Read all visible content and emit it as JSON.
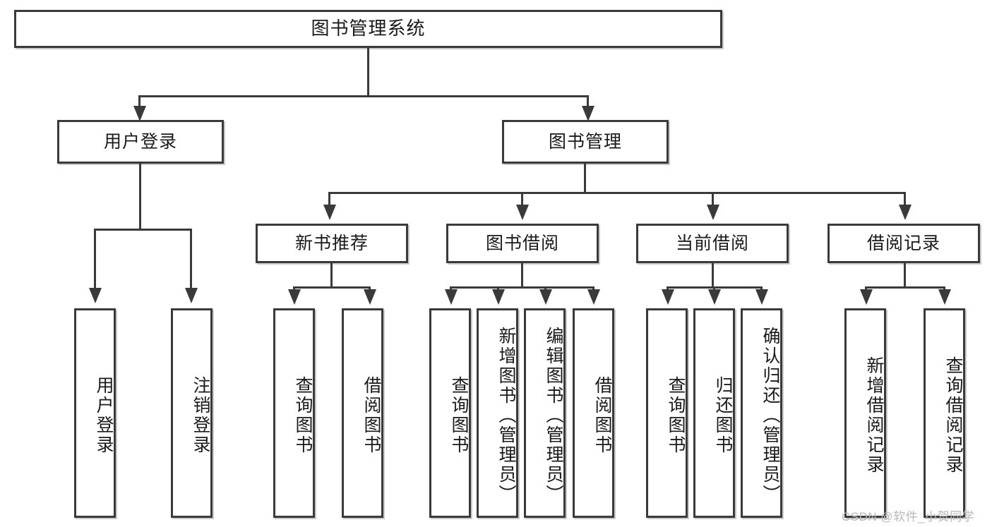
{
  "diagram": {
    "title": "图书管理系统",
    "type": "hierarchy-tree",
    "root": {
      "label": "图书管理系统"
    },
    "level2": [
      {
        "label": "用户登录"
      },
      {
        "label": "图书管理"
      }
    ],
    "level3": [
      {
        "label": "新书推荐"
      },
      {
        "label": "图书借阅"
      },
      {
        "label": "当前借阅"
      },
      {
        "label": "借阅记录"
      }
    ],
    "leaves": {
      "user_login": [
        {
          "label": "用户登录"
        },
        {
          "label": "注销登录"
        }
      ],
      "new_book_recommend": [
        {
          "label": "查询图书"
        },
        {
          "label": "借阅图书"
        }
      ],
      "book_borrow": [
        {
          "label": "查询图书"
        },
        {
          "label": "新增图书（管理员）"
        },
        {
          "label": "编辑图书（管理员）"
        },
        {
          "label": "借阅图书"
        }
      ],
      "current_borrow": [
        {
          "label": "查询图书"
        },
        {
          "label": "归还图书"
        },
        {
          "label": "确认归还（管理员）"
        }
      ],
      "borrow_record": [
        {
          "label": "新增借阅记录"
        },
        {
          "label": "查询借阅记录"
        }
      ]
    }
  },
  "watermark": {
    "text": "CSDN @软件_小贺同学"
  },
  "colors": {
    "stroke": "#3a3a3a",
    "text": "#1a1a1a",
    "background": "#ffffff",
    "watermark": "#b8b8b8"
  }
}
